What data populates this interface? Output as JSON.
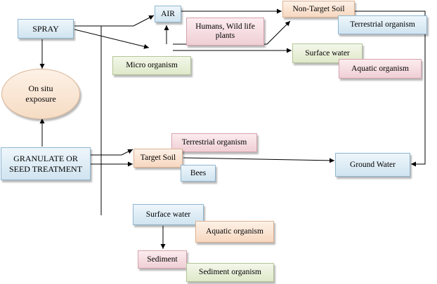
{
  "nodes": {
    "spray": "SPRAY",
    "air": "AIR",
    "non_target_soil": "Non-Target Soil",
    "humans_wildlife": "Humans, Wild life plants",
    "terrestrial_organism_top": "Terrestrial organism",
    "micro_organism": "Micro organism",
    "surface_water_top": "Surface water",
    "aquatic_organism_top": "Aquatic organism",
    "on_situ_exposure": "On situ exposure",
    "granulate_seed_treatment": "GRANULATE OR SEED TREATMENT",
    "terrestrial_organism_mid": "Terrestrial organism",
    "target_soil": "Target Soil",
    "bees": "Bees",
    "ground_water": "Ground Water",
    "surface_water_bottom": "Surface water",
    "aquatic_organism_bottom": "Aquatic organism",
    "sediment": "Sediment",
    "sediment_organism": "Sediment organism"
  }
}
